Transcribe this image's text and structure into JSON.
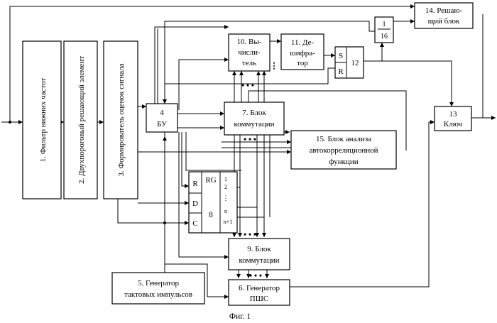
{
  "figure": {
    "caption": "Фиг. 1",
    "blocks": {
      "lowpass_filter": "1. Фильтр нижних частот",
      "two_threshold": "2. Двухпороговый решающий элемент",
      "signal_estimator": "3. Формирователь оценок сигнала",
      "control_unit": {
        "number": "4",
        "label": "БУ"
      },
      "clock_generator": {
        "line1": "5. Генератор",
        "line2": "тактовых импульсов"
      },
      "pn_generator": {
        "line1": "6. Генератор",
        "line2": "ПШС"
      },
      "switch_unit_7": {
        "line1": "7. Блок",
        "line2": "коммутации"
      },
      "register_8": {
        "number": "8",
        "rg": "RG",
        "inputs": [
          "R",
          "D",
          "C"
        ],
        "outputs": [
          "1",
          "2",
          "n",
          "n+1"
        ]
      },
      "switch_unit_9": {
        "line1": "9. Блок",
        "line2": "коммутации"
      },
      "calculator": {
        "line1": "10. Вы-",
        "line2": "числи-",
        "line3": "тель"
      },
      "decoder": {
        "line1": "11. Де-",
        "line2": "шифра-",
        "line3": "тор"
      },
      "trigger_12": {
        "s": "S",
        "r": "R",
        "number": "12"
      },
      "key_13": {
        "number": "13",
        "label": "Ключ"
      },
      "decision_block_14": {
        "line1": "14. Решаю-",
        "line2": "щий блок"
      },
      "autocorrelation_15": {
        "line1": "15. Блок анализа",
        "line2": "автокорреляционной",
        "line3": "функции"
      },
      "divider_16": {
        "top": "1",
        "bottom": "16"
      }
    }
  }
}
